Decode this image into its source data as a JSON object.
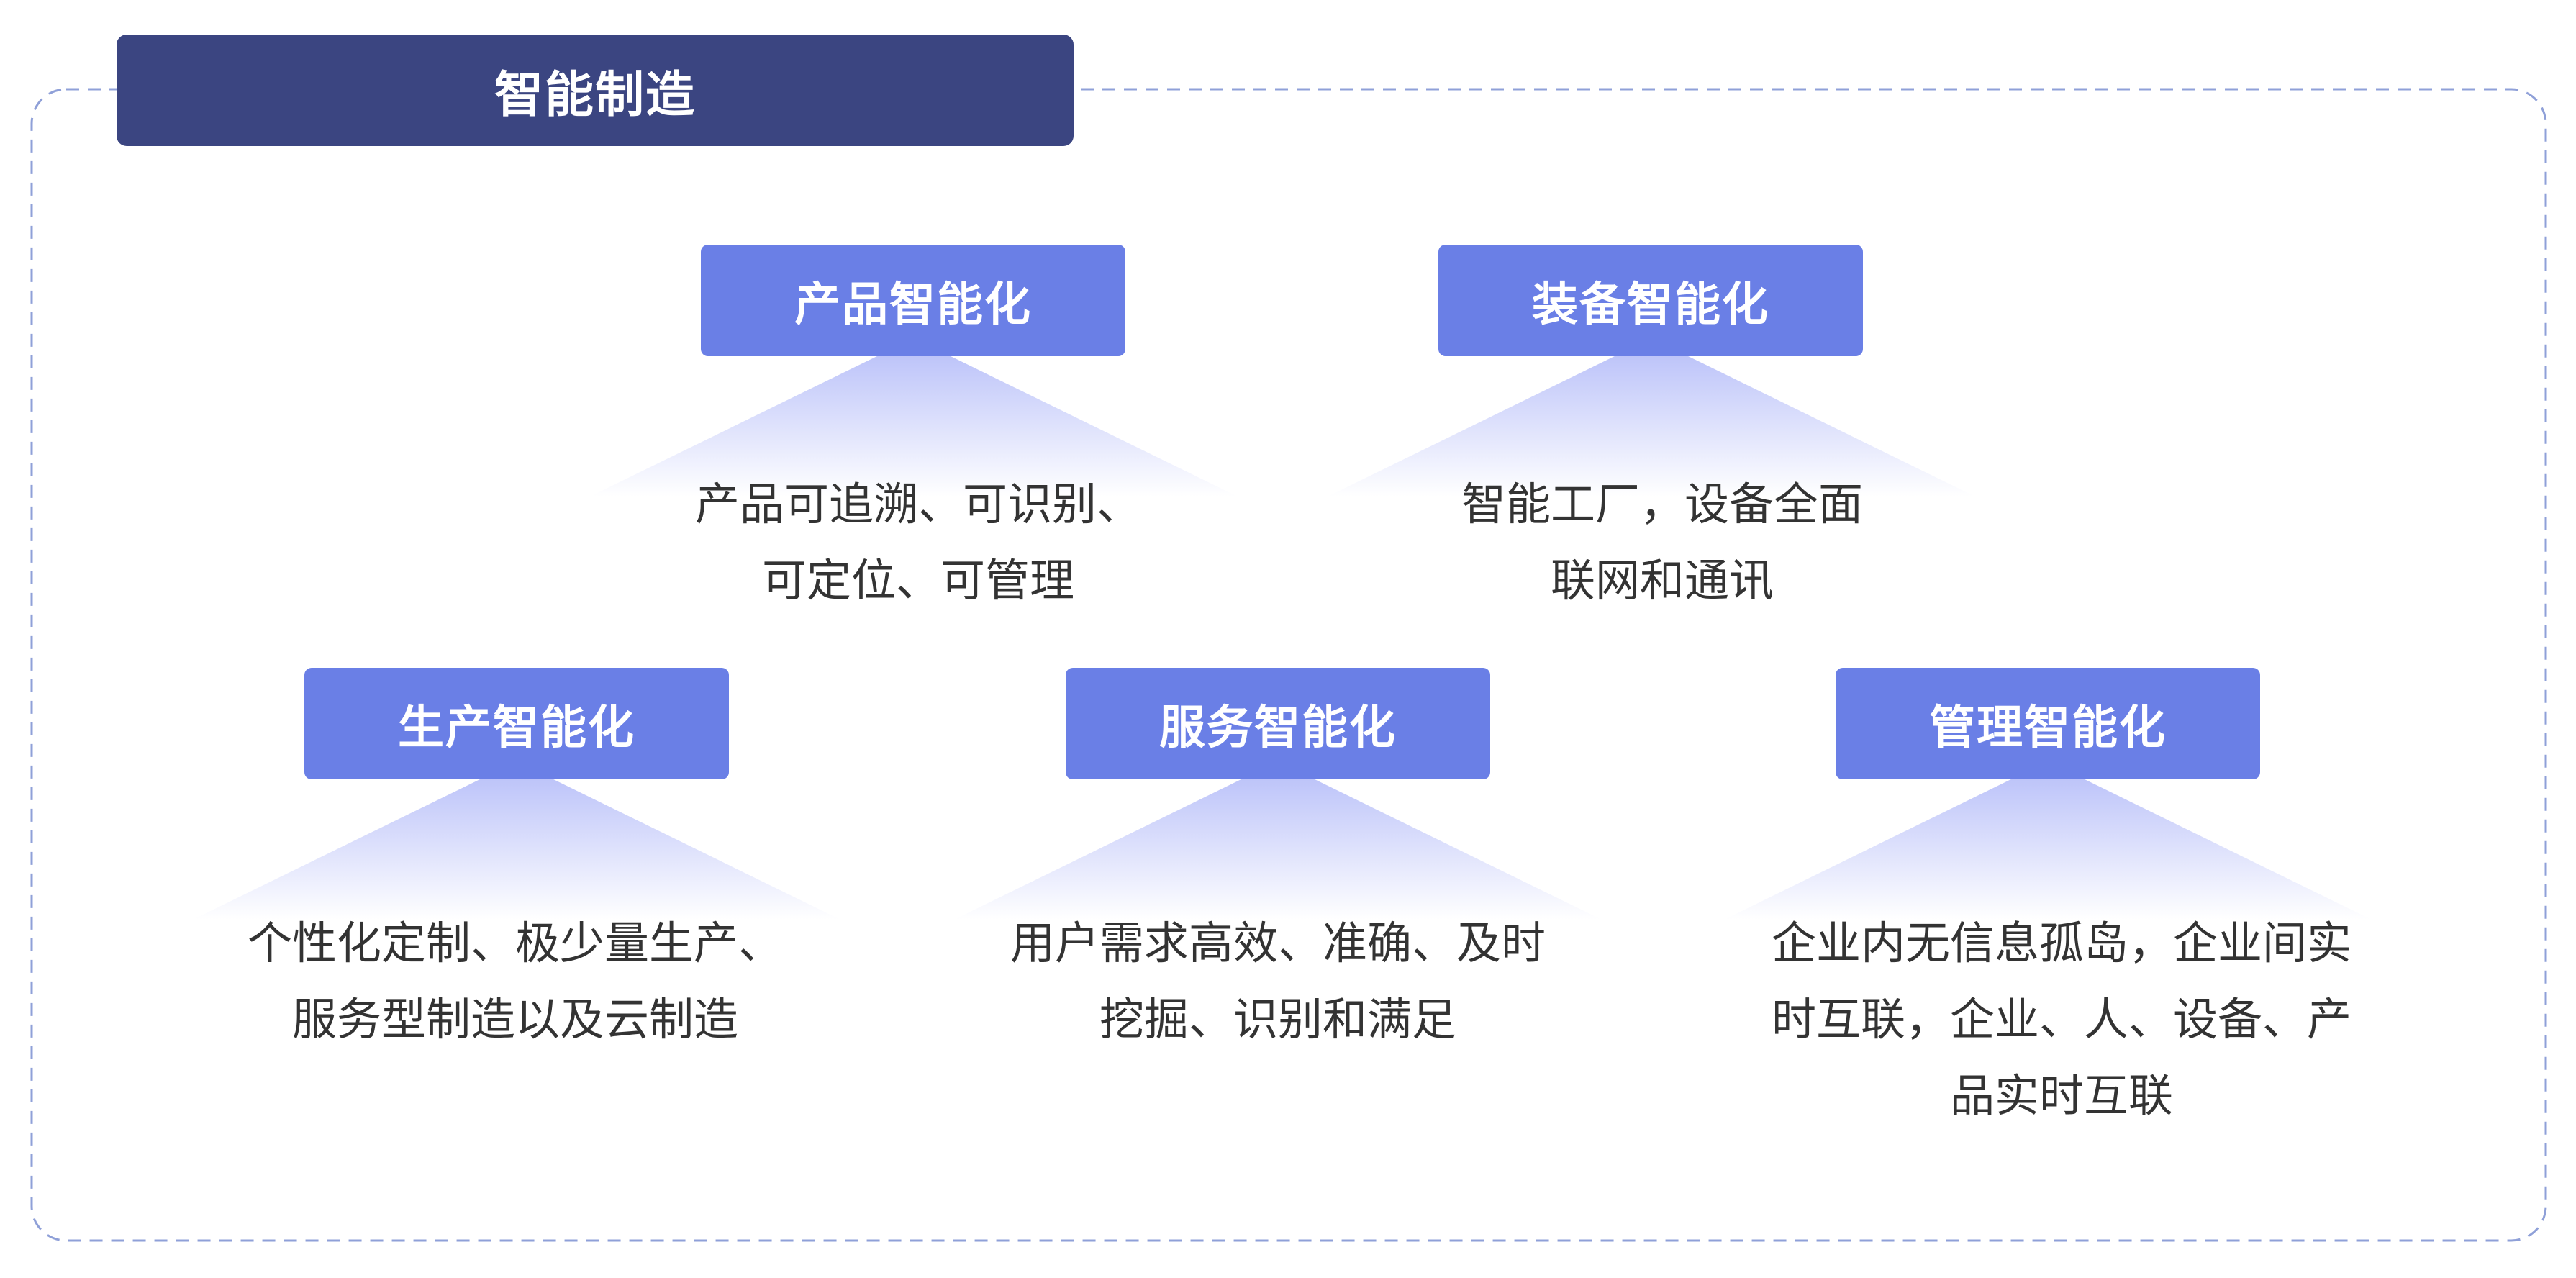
{
  "title": "智能制造",
  "nodes": [
    {
      "id": "product",
      "label": "产品智能化",
      "desc": [
        "产品可追溯、可识别、",
        "可定位、可管理"
      ]
    },
    {
      "id": "equipment",
      "label": "装备智能化",
      "desc": [
        "智能工厂，设备全面",
        "联网和通讯"
      ]
    },
    {
      "id": "production",
      "label": "生产智能化",
      "desc": [
        "个性化定制、极少量生产、",
        "服务型制造以及云制造"
      ]
    },
    {
      "id": "service",
      "label": "服务智能化",
      "desc": [
        "用户需求高效、准确、及时",
        "挖掘、识别和满足"
      ]
    },
    {
      "id": "management",
      "label": "管理智能化",
      "desc": [
        "企业内无信息孤岛，企业间实",
        "时互联，企业、人、设备、产",
        "品实时互联"
      ]
    }
  ],
  "colors": {
    "title_bg": "#3b4581",
    "node_bg": "#6a7fe6",
    "frame_border": "#8fa0d8",
    "glow": "#5b6cf0",
    "text": "#333333"
  }
}
